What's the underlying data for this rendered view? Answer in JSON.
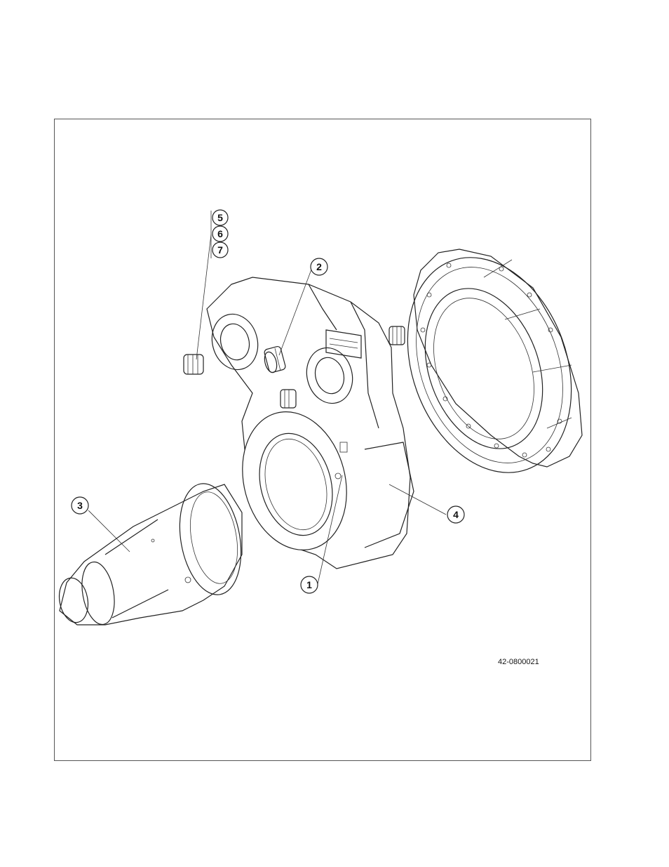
{
  "figure": {
    "id": "42-0800021",
    "callouts": [
      {
        "key": "c1",
        "label": "1"
      },
      {
        "key": "c2",
        "label": "2"
      },
      {
        "key": "c3",
        "label": "3"
      },
      {
        "key": "c4",
        "label": "4"
      },
      {
        "key": "c5",
        "label": "5"
      },
      {
        "key": "c6",
        "label": "6"
      },
      {
        "key": "c7",
        "label": "7"
      }
    ]
  }
}
